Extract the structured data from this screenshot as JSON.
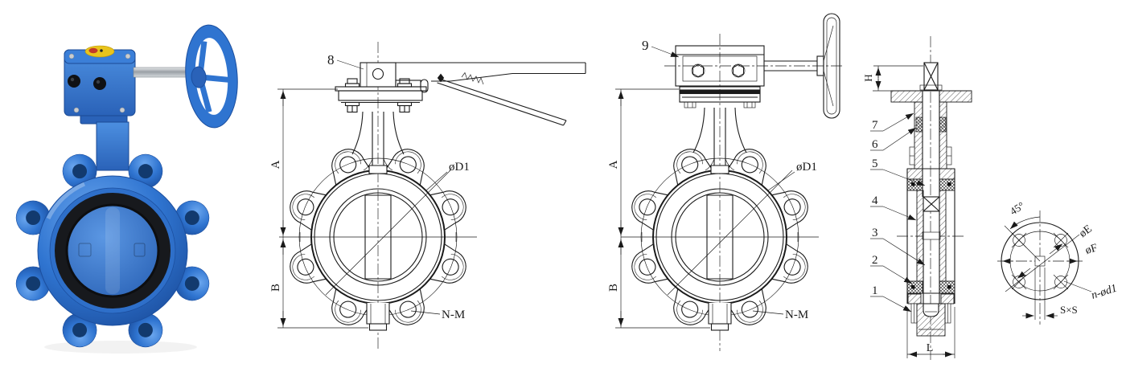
{
  "sheet": {
    "background": "#ffffff",
    "line_color": "#1a1a1a"
  },
  "photo": {
    "colors": {
      "valve_blue": "#2f74d0",
      "valve_blue_light": "#6aa6ee",
      "valve_blue_dark": "#1c4f9f",
      "seat_black": "#17191d",
      "indicator_yellow": "#e9c41c",
      "indicator_red": "#c23a28",
      "knob_black": "#0f1114",
      "shaft_steel": "#b9bec4"
    }
  },
  "views": {
    "lever": {
      "callout": "8",
      "dim_height_top": "A",
      "dim_height_bottom": "B",
      "dim_bolt_circle": "øD1",
      "dim_thread": "N-M"
    },
    "gear": {
      "callout": "9",
      "dim_height_top": "A",
      "dim_height_bottom": "B",
      "dim_bolt_circle": "øD1",
      "dim_thread": "N-M"
    },
    "section": {
      "dim_top": "H",
      "dim_width": "L",
      "parts": [
        "7",
        "6",
        "5",
        "4",
        "3",
        "2",
        "1"
      ]
    },
    "flange": {
      "angle": "45°",
      "dim_e": "øE",
      "dim_f": "øF",
      "dim_holes": "n-ød1",
      "dim_square": "S×S"
    }
  }
}
